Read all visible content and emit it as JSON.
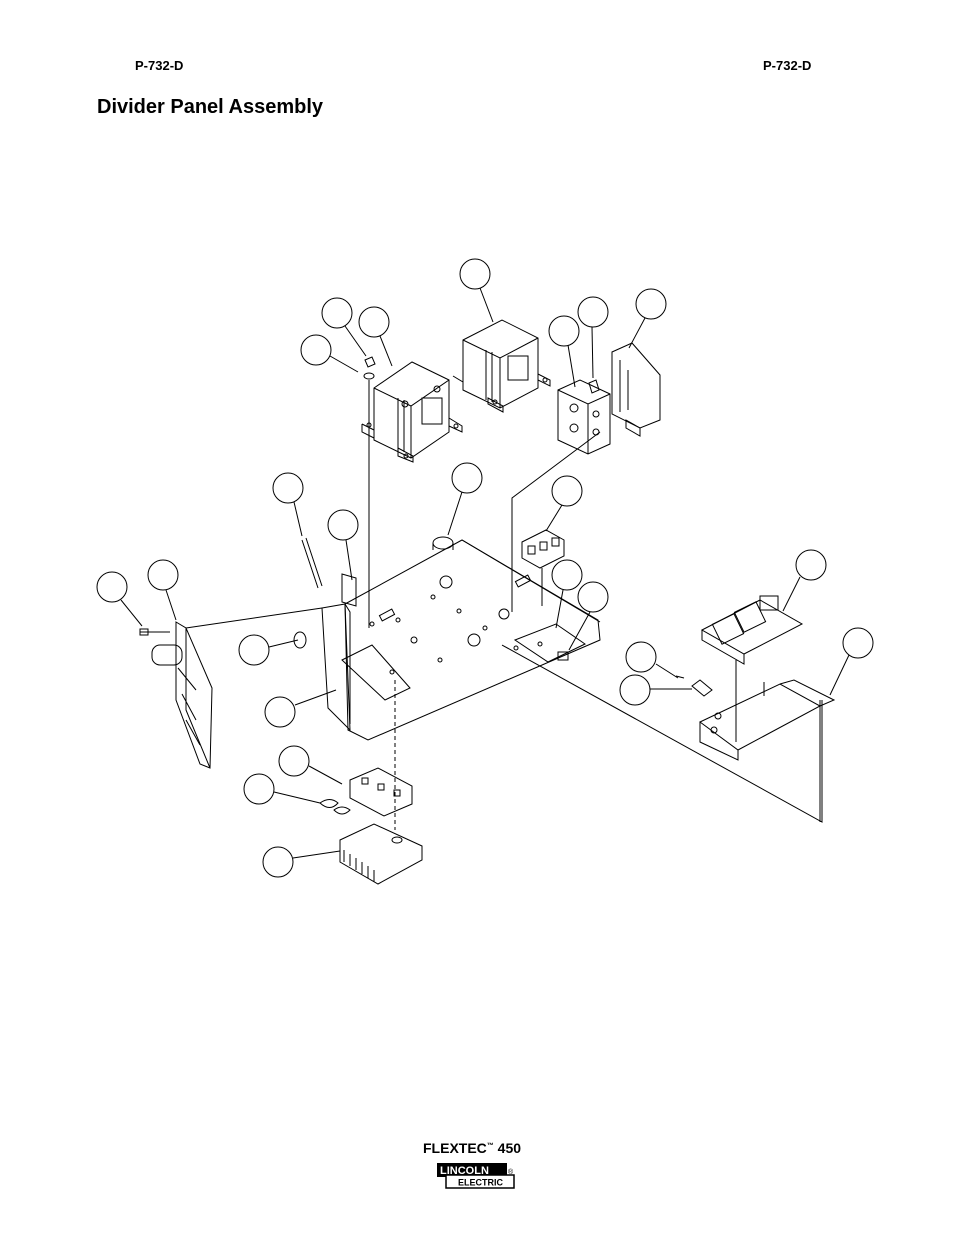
{
  "header": {
    "code_left": "P-732-D",
    "code_right": "P-732-D",
    "title": "Divider Panel Assembly"
  },
  "footer": {
    "product_name": "FLEXTEC",
    "product_tm": "™",
    "product_model": "450",
    "logo_top": "LINCOLN",
    "logo_bottom": "ELECTRIC",
    "logo_registered": "®"
  },
  "colors": {
    "ink": "#000000",
    "paper": "#ffffff"
  }
}
